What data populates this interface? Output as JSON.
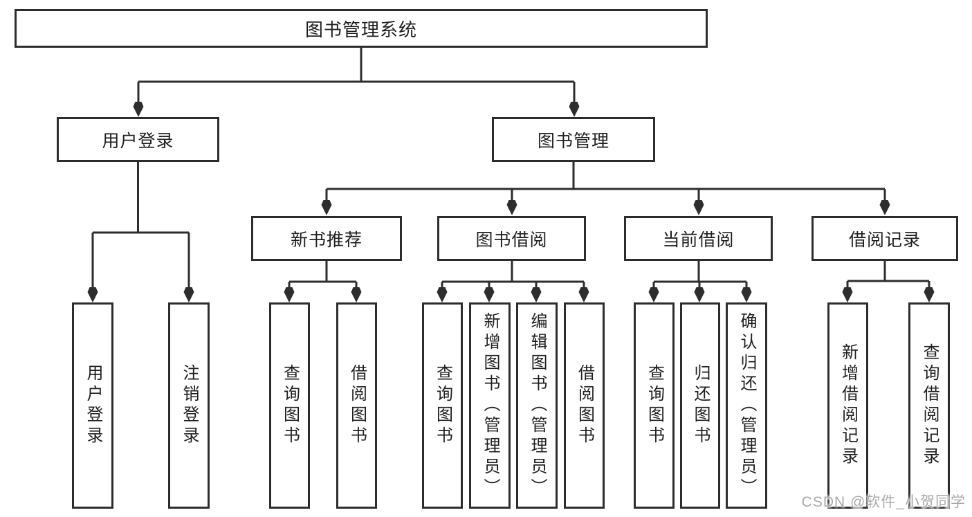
{
  "diagram": {
    "tree": {
      "label": "图书管理系统",
      "children": [
        {
          "label": "用户登录",
          "children": [
            {
              "label": "用户登录"
            },
            {
              "label": "注销登录"
            }
          ]
        },
        {
          "label": "图书管理",
          "children": [
            {
              "label": "新书推荐",
              "children": [
                {
                  "label": "查询图书"
                },
                {
                  "label": "借阅图书"
                }
              ]
            },
            {
              "label": "图书借阅",
              "children": [
                {
                  "label": "查询图书"
                },
                {
                  "label": "新增图书（管理员）"
                },
                {
                  "label": "编辑图书（管理员）"
                },
                {
                  "label": "借阅图书"
                }
              ]
            },
            {
              "label": "当前借阅",
              "children": [
                {
                  "label": "查询图书"
                },
                {
                  "label": "归还图书"
                },
                {
                  "label": "确认归还（管理员）"
                }
              ]
            },
            {
              "label": "借阅记录",
              "children": [
                {
                  "label": "新增借阅记录"
                },
                {
                  "label": "查询借阅记录"
                }
              ]
            }
          ]
        }
      ]
    },
    "colors": {
      "line": "#2d2d2d",
      "box_border": "#2d2d2d",
      "text": "#1f1f1f",
      "background": "#ffffff",
      "watermark": "#a9a9a9"
    }
  },
  "watermark": "CSDN @软件_小贺同学"
}
